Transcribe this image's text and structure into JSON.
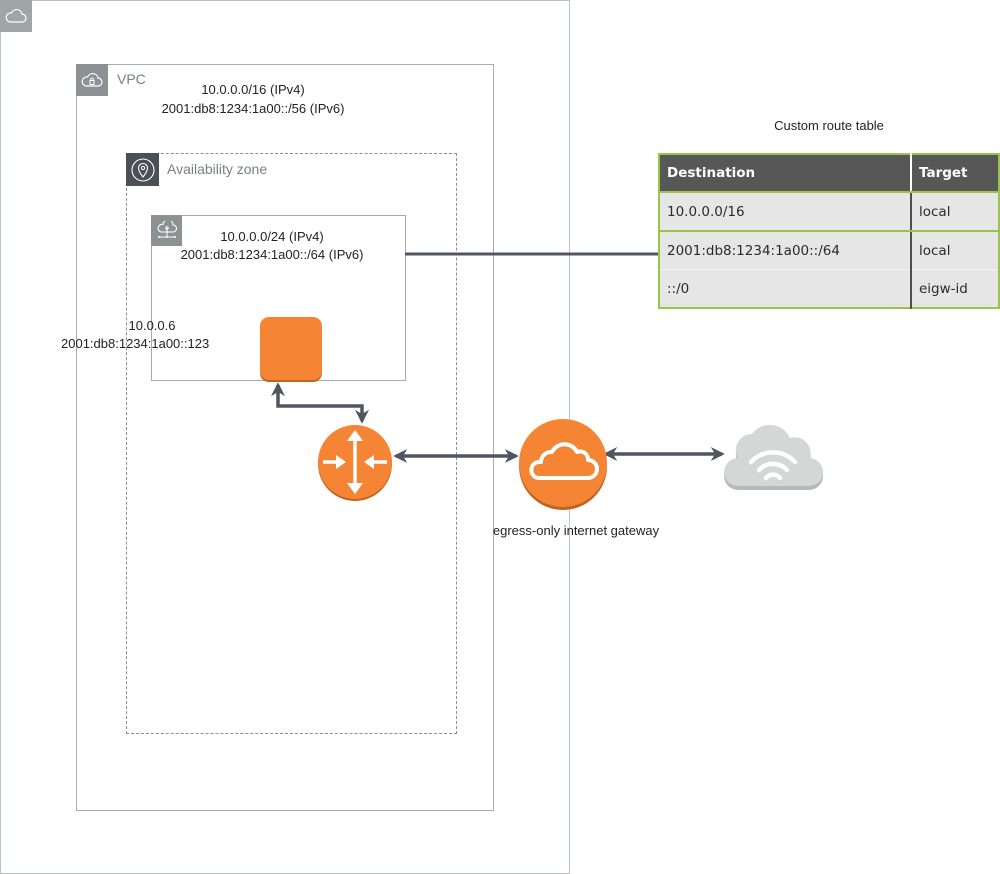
{
  "groups": {
    "aws_cloud": {
      "icon": "cloud-icon"
    },
    "vpc": {
      "label": "VPC",
      "icon": "vpc-cloud-lock-icon",
      "ipv4": "10.0.0.0/16 (IPv4)",
      "ipv6": "2001:db8:1234:1a00::/56 (IPv6)"
    },
    "availability_zone": {
      "label": "Availability zone",
      "icon": "location-pin-icon"
    },
    "subnet": {
      "icon": "subnet-cloud-icon",
      "ipv4": "10.0.0.0/24 (IPv4)",
      "ipv6": "2001:db8:1234:1a00::/64 (IPv6)"
    }
  },
  "instance": {
    "ipv4": "10.0.0.6",
    "ipv6": "2001:db8:1234:1a00::123",
    "icon": "ec2-instance-icon"
  },
  "router": {
    "icon": "router-icon"
  },
  "egress_gateway": {
    "label": "egress-only internet gateway",
    "icon": "egress-only-internet-gateway-icon"
  },
  "internet": {
    "icon": "internet-cloud-wifi-icon"
  },
  "route_table": {
    "title": "Custom route table",
    "headers": {
      "destination": "Destination",
      "target": "Target"
    },
    "rows": [
      {
        "destination": "10.0.0.0/16",
        "target": "local"
      },
      {
        "destination": "2001:db8:1234:1a00::/64",
        "target": "local"
      },
      {
        "destination": "::/0",
        "target": "eigw-id"
      }
    ]
  },
  "colors": {
    "orange": "#f58534",
    "connector": "#4f5660",
    "table_border": "#9bc34a",
    "table_header": "#575757",
    "table_row": "#e6e6e6",
    "internet_cloud": "#d5d6d6"
  }
}
